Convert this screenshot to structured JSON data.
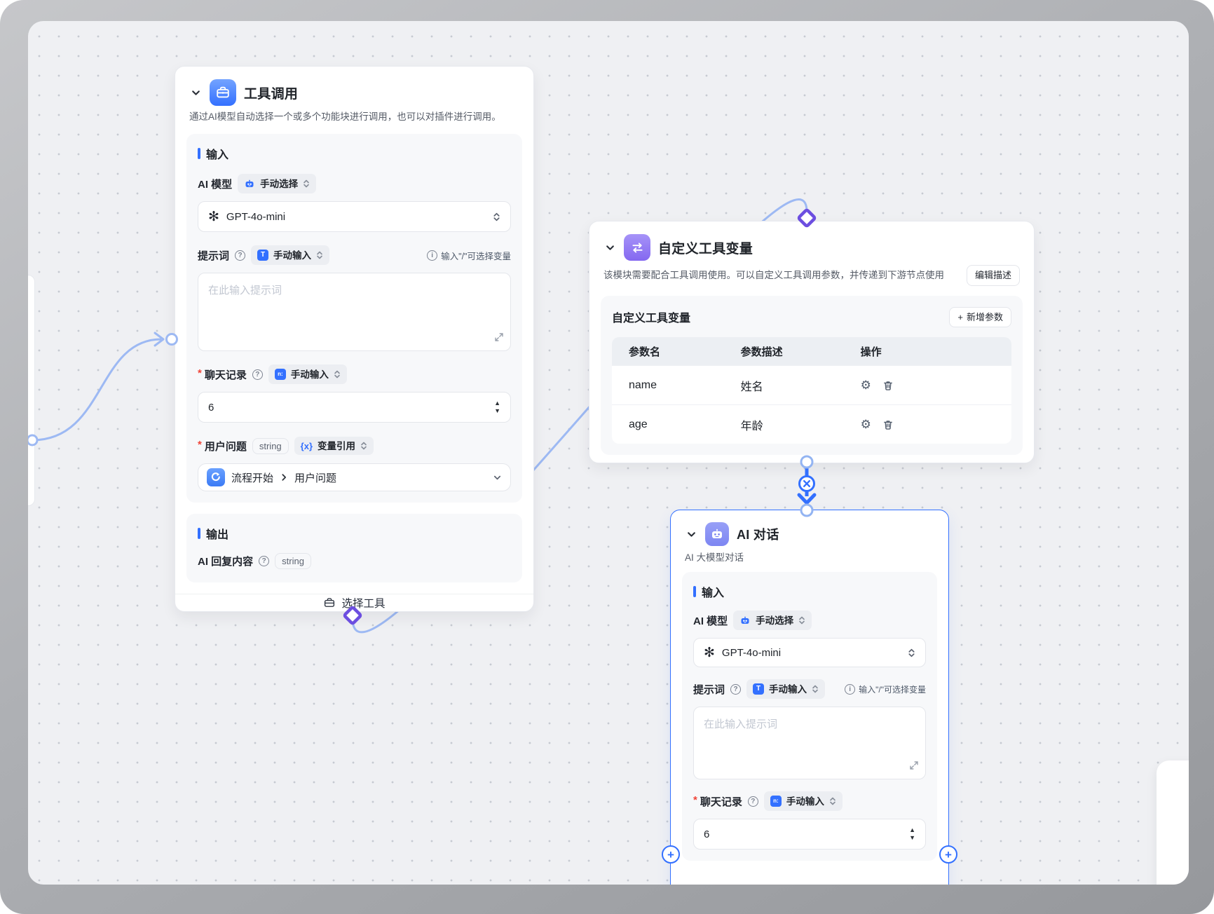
{
  "canvas": {
    "background": "#eff0f3",
    "dot_color": "#c6cad1"
  },
  "colors": {
    "accent_blue": "#3370ff",
    "edge_light": "#9db9f3",
    "diamond_purple": "#6c4ee0",
    "node_selected_border": "#3370ff"
  },
  "icons": {
    "openai_logo": "✻",
    "gear": "⚙",
    "stepper_up": "▲",
    "stepper_down": "▼",
    "plus": "+",
    "question": "?",
    "info": "i",
    "var_ref": "{x}",
    "text_input_glyph": "T",
    "number_input_glyph": "n:"
  },
  "nodes": {
    "tool_call": {
      "title": "工具调用",
      "description": "通过AI模型自动选择一个或多个功能块进行调用，也可以对插件进行调用。",
      "input": {
        "section_title": "输入",
        "model_label": "AI 模型",
        "model_mode_badge": "手动选择",
        "model_value": "GPT-4o-mini",
        "prompt_label": "提示词",
        "prompt_mode_badge": "手动输入",
        "prompt_hint": "输入\"/\"可选择变量",
        "prompt_placeholder": "在此输入提示词",
        "history_label": "聊天记录",
        "history_mode_badge": "手动输入",
        "history_value": "6",
        "question_label": "用户问题",
        "question_type": "string",
        "question_mode_badge": "变量引用",
        "question_source": "流程开始",
        "question_field": "用户问题"
      },
      "output": {
        "section_title": "输出",
        "reply_label": "AI 回复内容",
        "reply_type": "string"
      },
      "footer_button": "选择工具"
    },
    "custom_vars": {
      "title": "自定义工具变量",
      "description": "该模块需要配合工具调用使用。可以自定义工具调用参数，并传递到下游节点使用",
      "edit_button": "编辑描述",
      "panel_title": "自定义工具变量",
      "add_button": "新增参数",
      "table": {
        "headers": [
          "参数名",
          "参数描述",
          "操作"
        ],
        "rows": [
          {
            "name": "name",
            "desc": "姓名"
          },
          {
            "name": "age",
            "desc": "年龄"
          }
        ]
      }
    },
    "ai_chat": {
      "title": "AI 对话",
      "description": "AI 大模型对话",
      "input": {
        "section_title": "输入",
        "model_label": "AI 模型",
        "model_mode_badge": "手动选择",
        "model_value": "GPT-4o-mini",
        "prompt_label": "提示词",
        "prompt_mode_badge": "手动输入",
        "prompt_hint": "输入\"/\"可选择变量",
        "prompt_placeholder": "在此输入提示词",
        "history_label": "聊天记录",
        "history_mode_badge": "手动输入",
        "history_value": "6"
      }
    }
  }
}
